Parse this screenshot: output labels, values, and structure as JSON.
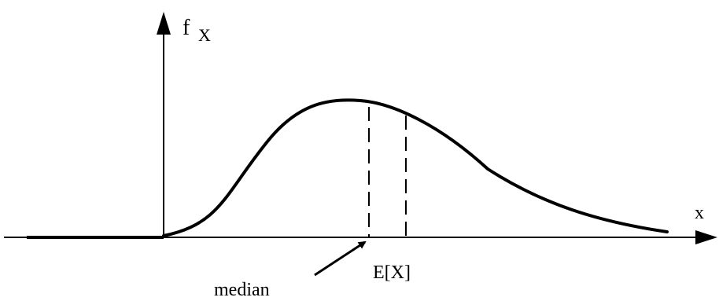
{
  "labels": {
    "y_axis_main": "f",
    "y_axis_sub": "X",
    "x_axis": "x",
    "median": "median",
    "mean": "E[X]"
  }
}
